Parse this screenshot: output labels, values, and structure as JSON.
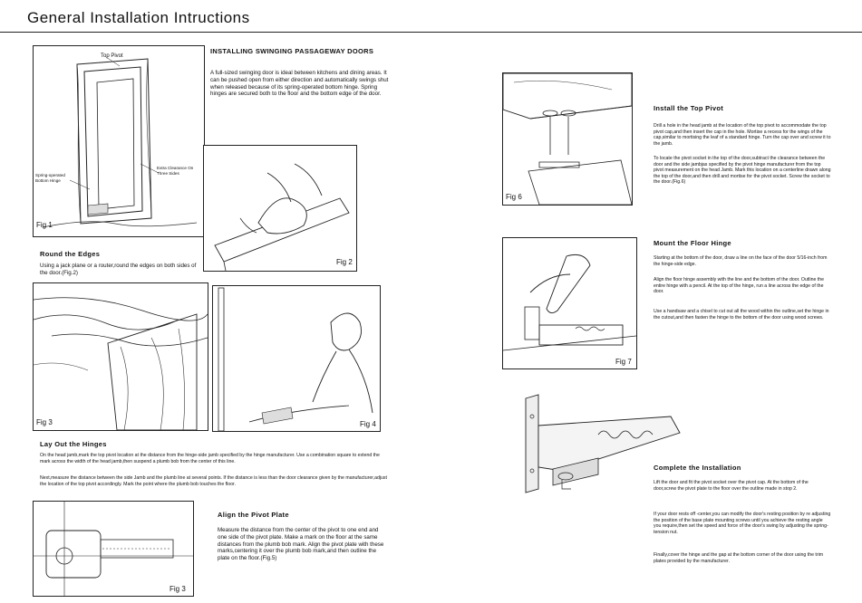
{
  "page": {
    "title": "General Installation Intructions"
  },
  "figures": {
    "fig1": {
      "label": "Fig 1",
      "top_pivot": "Top Pivot",
      "spring_label": "Spring-operated Bottom Hinge",
      "clearance_label": "Extra Clearance On Three Sides"
    },
    "fig2": {
      "label": "Fig 2"
    },
    "fig3": {
      "label": "Fig 3"
    },
    "fig4": {
      "label": "Fig 4"
    },
    "fig5": {
      "label": "Fig 3"
    },
    "fig6": {
      "label": "Fig 6"
    },
    "fig7": {
      "label": "Fig 7"
    }
  },
  "sections": {
    "intro": {
      "heading": "INSTALLING SWINGING PASSAGEWAY DOORS",
      "text": "A full-sized swinging door is ideal between kitchens and dining areas. It can be pushed open from either direction and automatically swings shut when released because of its spring-operated bottom hinge. Spring hinges are secured both to the floor and the bottom edge of the door."
    },
    "round_edges": {
      "heading": "Round the Edges",
      "text": "Using a jack plane or a router,round the edges on both sides of the door.(Fig.2)"
    },
    "layout_hinges": {
      "heading": "Lay Out the Hinges",
      "p1": "On the head jamb,mark the top pivot location at the distance from the hinge-side jamb specified by the hinge manufacturer. Use a combination square to extend the mark across the width of the head jamb,then suspend a plumb bob from the center of this line.",
      "p2": "Next,measure the distance between the side Jamb and the plumb line at several points. If the distance is less than the door clearance given by the manufacturer,adjust the location of the top pivot accordingly. Mark the point where the plumb bob touches the floor."
    },
    "pivot_plate": {
      "heading": "Align the Pivot Plate",
      "text": "Measure the distance from the center of the pivot to one end and one side of the pivot plate. Make a mark on the floor at the same distances from the plumb bob mark. Align the pivot plate with these marks,centering it over the plumb bob mark,and then outline the plate on the floor.(Fig.5)"
    },
    "top_pivot": {
      "heading": "Install the Top Pivot",
      "p1": "Drill a hole in the head jamb at the location of the top pivot to accommodate the top pivot cap,and then insert the cap in the hole. Mortise a recess for the wings of the cap,similar to mortising the leaf of a standard hinge. Turn the cap over and screw it to the jamb.",
      "p2": "To locate the pivot socket in the top of the door,subtract the clearance between the door and the side jambjas specified by the pivot hinge manufacturer from the top pivot measurement on the head Jamb. Mark this location on a centerline drawn along the top of the door,and then drill and mortise for the pivot socket. Screw the socket to the door.(Fig.6)"
    },
    "floor_hinge": {
      "heading": "Mount the Floor Hinge",
      "p1": "Starting at the bottom of the door, draw a line on the face of the door 5/16-inch from the hinge-side edge.",
      "p2": "Align the floor hinge assembly with the line and the bottom of the door. Outline the entire hinge with a pencil. At the top of the hinge, run a line across the edge of the door.",
      "p3": "Use a handsaw and a chisel to cut out all the wood within the outline,set the hinge in the cutout,and then fasten the hinge to the bottom of the door using wood screws."
    },
    "complete": {
      "heading": "Complete the Installation",
      "p1": "Lift the door and fit the pivot socket over the pivot cap. At the bottom of the door,screw the pivot plate to the floor over the outline made in stop 2.",
      "p2": "If your door rests off -center,you can modify the door's resting position by re adjusting the position of the base plate mounting screws until you achieve the resting angle you require,then set the speed and force of the door's swing by adjusting the spring-tension nut.",
      "p3": "Finally,cover the hinge and the gap at the bottom corner of the door using the trim plates provided by the manufacturer."
    }
  }
}
